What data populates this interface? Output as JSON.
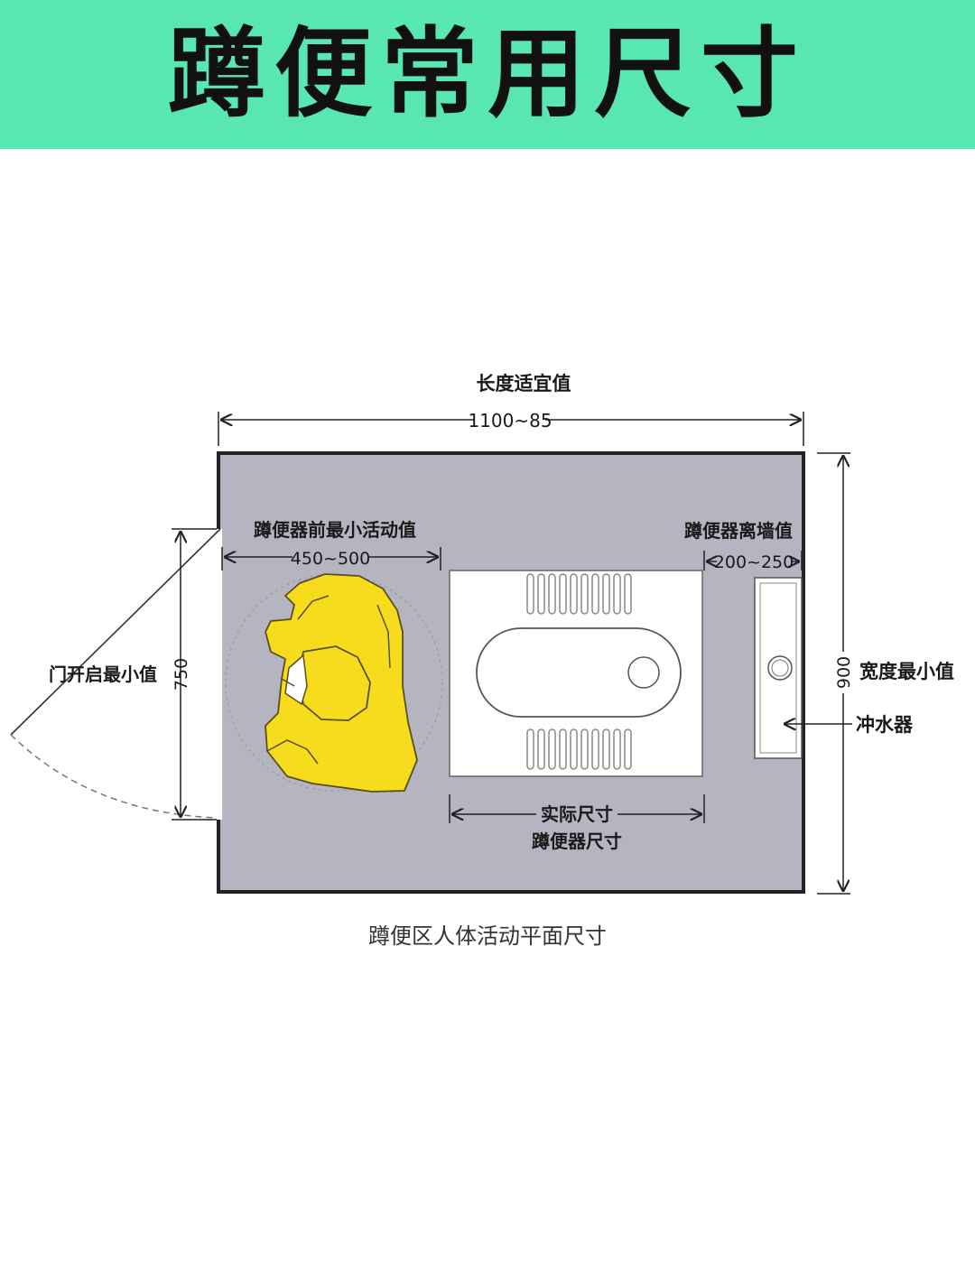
{
  "header": {
    "title": "蹲便常用尺寸"
  },
  "plan": {
    "length_label": "长度适宜值",
    "length_value": "1100~85",
    "front_space_label": "蹲便器前最小活动值",
    "front_space_value": "450~500",
    "wall_distance_label": "蹲便器离墙值",
    "wall_distance_value": "200~250",
    "door_label": "门开启最小值",
    "door_value": "750",
    "width_value": "900",
    "width_label": "宽度最小值",
    "flusher_label": "冲水器",
    "actual_size_label": "实际尺寸",
    "squat_toilet_size_label": "蹲便器尺寸"
  },
  "caption": "蹲便区人体活动平面尺寸",
  "colors": {
    "banner": "#58e6b1",
    "floor": "#b4b5c0",
    "person": "#f7dc1e"
  },
  "icons": [
    "person-figure-icon",
    "squat-toilet-icon",
    "flusher-icon",
    "door-swing-icon"
  ]
}
